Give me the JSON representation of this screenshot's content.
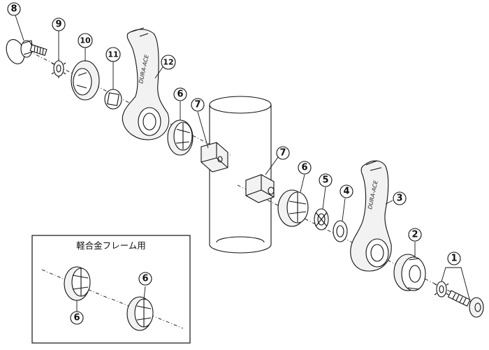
{
  "brand_text": "DURA-ACE",
  "inset": {
    "title": "軽合金フレーム用"
  },
  "callouts": [
    {
      "id": "c8",
      "label": "8"
    },
    {
      "id": "c9",
      "label": "9"
    },
    {
      "id": "c10",
      "label": "10"
    },
    {
      "id": "c11",
      "label": "11"
    },
    {
      "id": "c12",
      "label": "12"
    },
    {
      "id": "c6a",
      "label": "6"
    },
    {
      "id": "c7a",
      "label": "7"
    },
    {
      "id": "c7b",
      "label": "7"
    },
    {
      "id": "c6b",
      "label": "6"
    },
    {
      "id": "c5",
      "label": "5"
    },
    {
      "id": "c4",
      "label": "4"
    },
    {
      "id": "c3",
      "label": "3"
    },
    {
      "id": "c2",
      "label": "2"
    },
    {
      "id": "c1",
      "label": "1"
    },
    {
      "id": "c6c",
      "label": "6"
    },
    {
      "id": "c6d",
      "label": "6"
    }
  ]
}
